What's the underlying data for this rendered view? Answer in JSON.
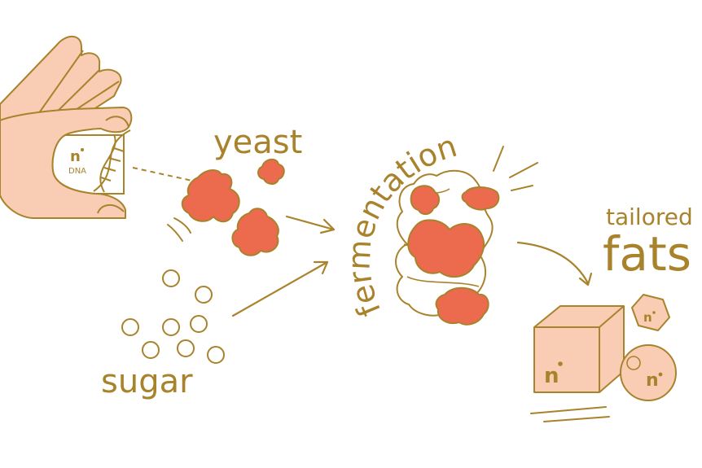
{
  "labels": {
    "dna": "DNA",
    "yeast": "yeast",
    "sugar": "sugar",
    "fermentation": "fermentation",
    "tailored": "tailored",
    "fats": "fats",
    "brand_mark": "n"
  },
  "colors": {
    "outline": "#a8832c",
    "skin": "#f8cdb3",
    "yeast": "#ec6a4e",
    "text": "#a8832c",
    "background": "#ffffff"
  },
  "icons": [
    "hand-icon",
    "dna-helix-icon",
    "yeast-cell-icon",
    "sugar-granule-icon",
    "fermentation-vessel-icon",
    "fat-cube-icon",
    "fat-hexagon-icon",
    "fat-sphere-icon",
    "arrow-icon"
  ]
}
